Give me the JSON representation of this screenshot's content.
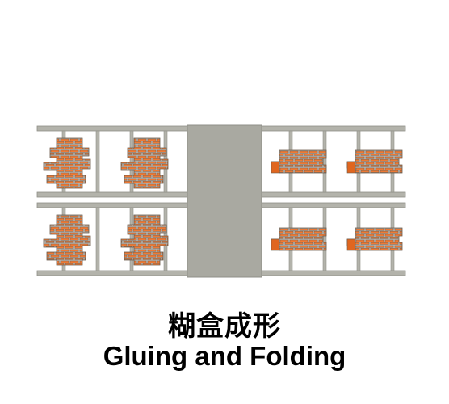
{
  "caption": {
    "chinese": "糊盒成形",
    "english": "Gluing and Folding"
  },
  "colors": {
    "rail": "#b3b3ab",
    "rail_edge": "#8f8f88",
    "center_plate": "#a9a9a1",
    "carton_fill": "#e07a3c",
    "carton_panel": "#f3a06a",
    "carton_stroke": "#6b5a4a",
    "carton_gray": "#b7b2ab"
  },
  "cartons": {
    "left_unfolded": 4,
    "right_folded": 4
  }
}
